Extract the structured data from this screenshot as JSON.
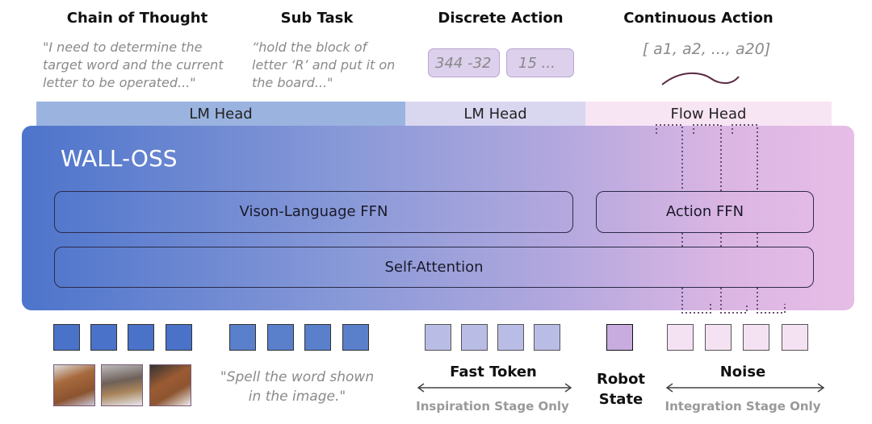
{
  "outputs": {
    "cot": {
      "title": "Chain of Thought",
      "text": "\"I need to determine the target word and the current letter to be operated...\""
    },
    "subtask": {
      "title": "Sub Task",
      "text": "“hold the block of letter ‘R’ and put it on the board...\""
    },
    "discrete": {
      "title": "Discrete Action",
      "chips": [
        "344 -32",
        "15 ..."
      ]
    },
    "continuous": {
      "title": "Continuous Action",
      "text": "[ a1, a2, ..., a20]"
    }
  },
  "heads": [
    "LM Head",
    "LM Head",
    "Flow Head"
  ],
  "model": {
    "name": "WALL-OSS",
    "vl_ffn": "Vison-Language FFN",
    "action_ffn": "Action FFN",
    "attention": "Self-Attention"
  },
  "inputs": {
    "instruction": "\"Spell the word shown in the image.\"",
    "fast_token": "Fast Token",
    "fast_note": "Inspiration Stage Only",
    "robot_state": "Robot State",
    "noise": "Noise",
    "noise_note": "Integration Stage Only"
  },
  "colors": {
    "image_token": "#4a72c8",
    "text_token": "#5a80cc",
    "fast_token": "#b9bde6",
    "state_token": "#c8ace0",
    "noise_token": "#f4e2f2"
  }
}
